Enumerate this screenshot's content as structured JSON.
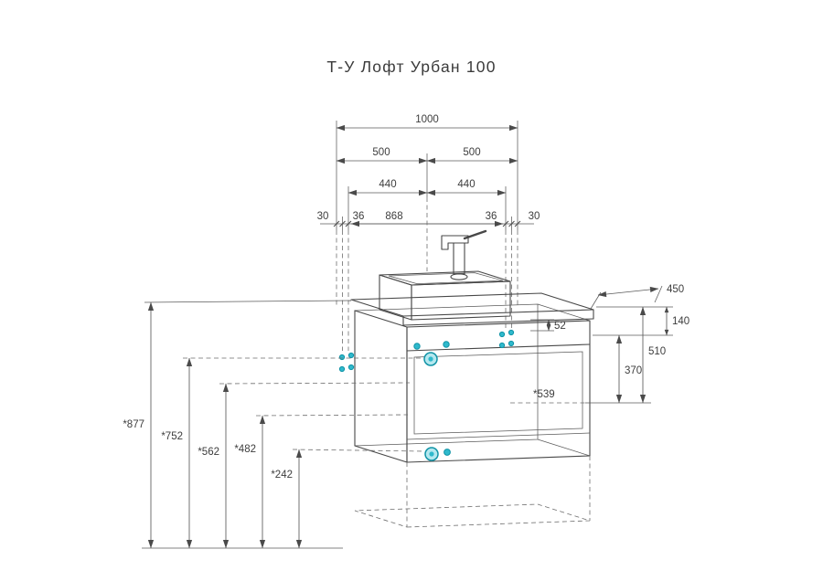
{
  "title": "Т-У Лофт Урбан 100",
  "colors": {
    "line": "#474747",
    "accent_teal": "#2fb9cc",
    "accent_teal_dark": "#0f93a6",
    "accent_teal_light": "#b5e8ef"
  },
  "dims": {
    "top": {
      "total": "1000",
      "left_half": "500",
      "right_half": "500",
      "left_hole": "440",
      "right_hole": "440",
      "left_edge": "30",
      "left_offset": "36",
      "holes_span": "868",
      "right_offset": "36",
      "right_edge": "30"
    },
    "right": {
      "depth": "450",
      "upper": "140",
      "worktop": "52",
      "height": "510",
      "lower": "370"
    },
    "inner": {
      "width": "*539"
    },
    "floor": {
      "h1": "*877",
      "h2": "*752",
      "h3": "*562",
      "h4": "*482",
      "h5": "*242"
    }
  }
}
